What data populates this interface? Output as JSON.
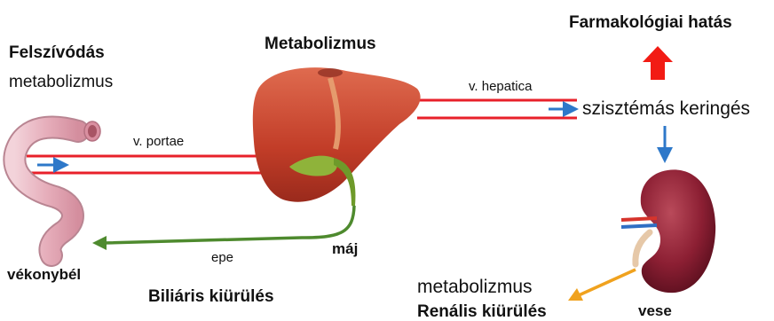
{
  "labels": {
    "felszivodas": "Felszívódás",
    "metabolizmus_left": "metabolizmus",
    "metabolizmus_title": "Metabolizmus",
    "farmakologiai_hatas": "Farmakológiai hatás",
    "v_hepatica": "v. hepatica",
    "v_portae": "v. portae",
    "szisztemas_keringes": "szisztémás keringés",
    "epe": "epe",
    "maj": "máj",
    "vekonybel": "vékonybél",
    "biliaris_kiurules": "Biliáris kiürülés",
    "metabolizmus_bottom": "metabolizmus",
    "renalis_kiurules": "Renális kiürülés",
    "vese": "vese"
  },
  "colors": {
    "vein_red": "#e8202a",
    "flow_blue": "#2e78c9",
    "bile_green": "#4e8a2e",
    "renal_orange": "#f0a21e",
    "effect_red": "#f21b14",
    "liver": "#c8412c",
    "intestine": "#e9b8c4",
    "kidney": "#8c1f33"
  },
  "icons": [
    "small-intestine-icon",
    "liver-icon",
    "kidney-icon"
  ]
}
